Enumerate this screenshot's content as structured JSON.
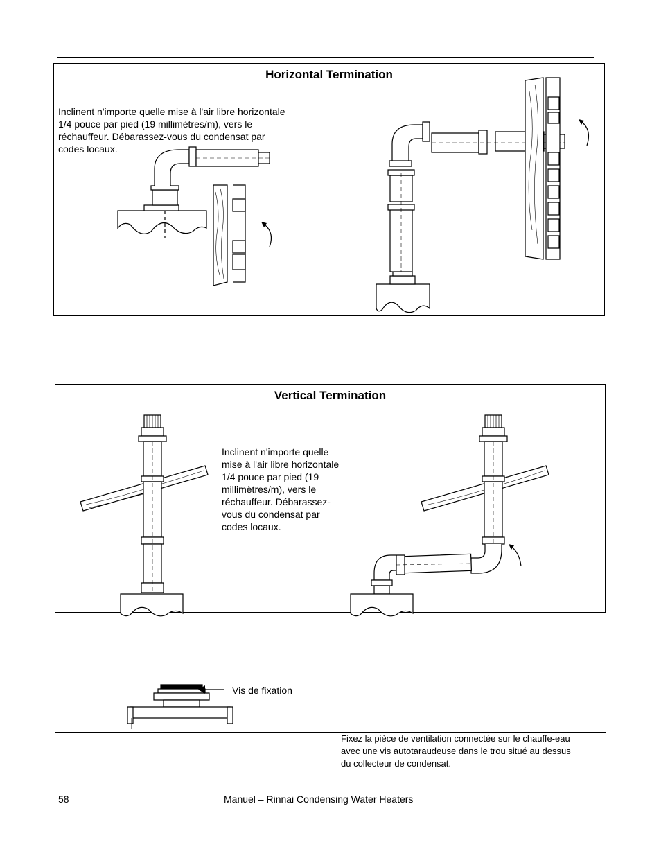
{
  "horizontal": {
    "title": "Horizontal Termination",
    "text_lines": [
      "Inclinent n'importe quelle mise à l'air libre horizontale",
      "1/4 pouce par pied (19 millimètres/m), vers le",
      "réchauffeur. Débarassez-vous du condensat par",
      "codes locaux."
    ]
  },
  "vertical": {
    "title": "Vertical Termination",
    "text_lines": [
      "Inclinent n'importe quelle",
      "mise à l'air libre horizontale",
      "1/4 pouce par pied (19",
      "millimètres/m), vers le",
      "réchauffeur. Débarassez-",
      "vous du condensat par",
      "codes locaux."
    ]
  },
  "fixation": {
    "label": "Vis de fixation",
    "caption_lines": [
      "Fixez la pièce de ventilation connectée sur le chauffe-eau",
      "avec une vis autotaraudeuse dans le trou situé au dessus",
      "du collecteur de condensat."
    ]
  },
  "footer": {
    "page_number": "58",
    "title": "Manuel – Rinnai Condensing Water Heaters"
  }
}
